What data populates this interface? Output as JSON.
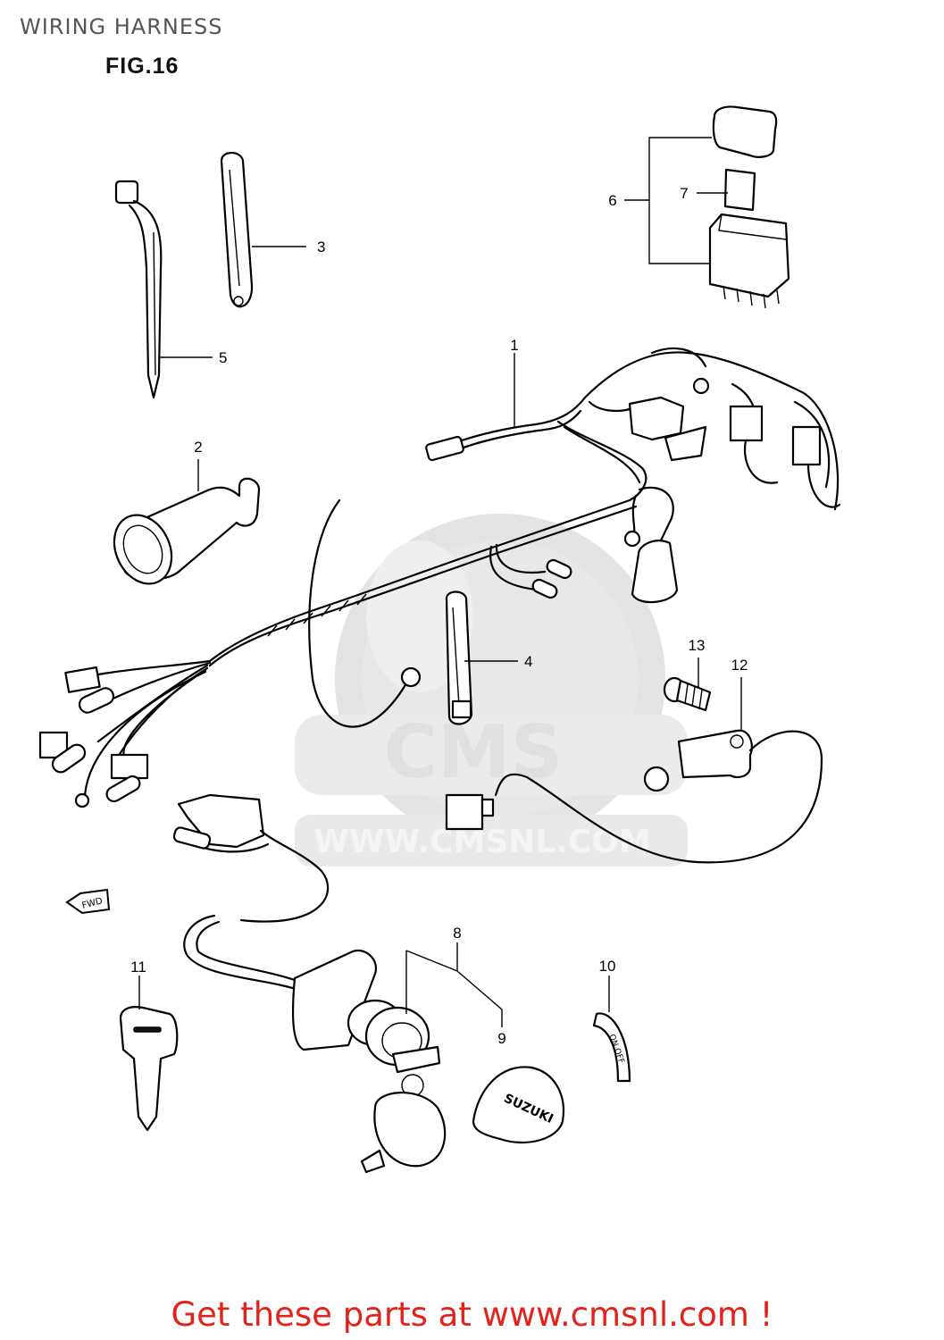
{
  "header": {
    "title": "WIRING HARNESS"
  },
  "figure": {
    "label": "FIG.16"
  },
  "callouts": [
    "1",
    "2",
    "3",
    "4",
    "5",
    "6",
    "7",
    "8",
    "9",
    "10",
    "11",
    "12",
    "13"
  ],
  "fwd_label": "FWD",
  "watermark": {
    "brand": "CMS",
    "url": "WWW.CMSNL.COM"
  },
  "key_brand": "SUZUKI",
  "label_on_off": "ON OFF",
  "footer": {
    "link_text": "Get these parts at www.cmsnl.com !",
    "color": "#e3231b"
  }
}
